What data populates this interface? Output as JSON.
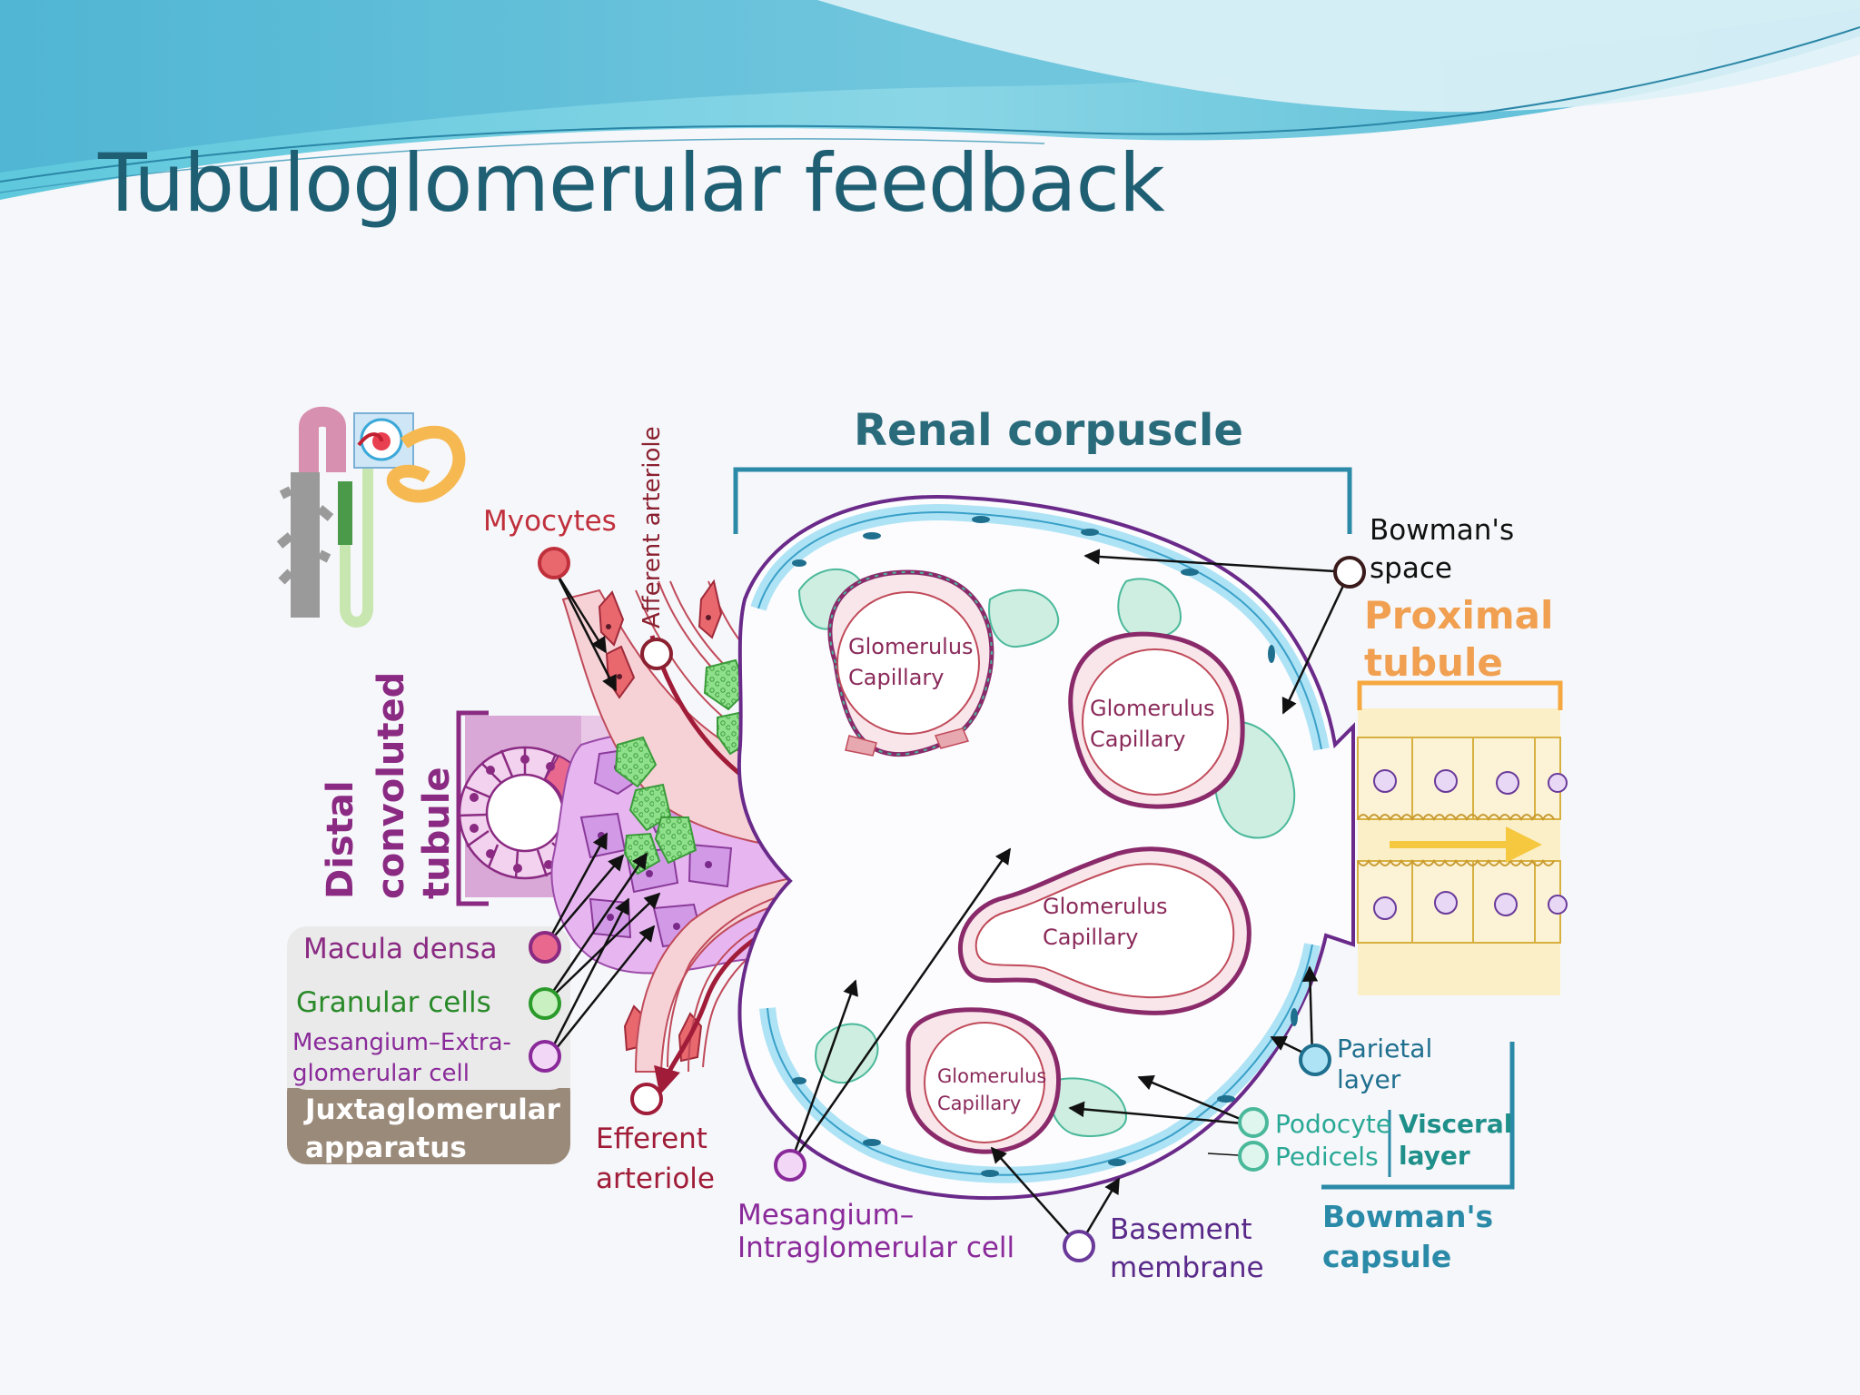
{
  "slide": {
    "title": "Tubuloglomerular feedback"
  },
  "diagram": {
    "heading": "Renal corpuscle",
    "capillary_label_line1": "Glomerulus",
    "capillary_label_line2": "Capillary",
    "labels": {
      "myocytes": "Myocytes",
      "afferent_arteriole": "Afferent arteriole",
      "bowmans_space_line1": "Bowman's",
      "bowmans_space_line2": "space",
      "proximal_tubule_line1": "Proximal",
      "proximal_tubule_line2": "tubule",
      "distal_tubule_line1": "Distal",
      "distal_tubule_line2": "convoluted",
      "distal_tubule_line3": "tubule",
      "macula_densa": "Macula densa",
      "granular_cells": "Granular cells",
      "extraglomerular_line1": "Mesangium–Extra-",
      "extraglomerular_line2": "glomerular cell",
      "juxtaglomerular_line1": "Juxtaglomerular",
      "juxtaglomerular_line2": "apparatus",
      "efferent_line1": "Efferent",
      "efferent_line2": "arteriole",
      "intraglomerular_line1": "Mesangium–",
      "intraglomerular_line2": "Intraglomerular cell",
      "basement_line1": "Basement",
      "basement_line2": "membrane",
      "parietal_line1": "Parietal",
      "parietal_line2": "layer",
      "podocyte": "Podocyte",
      "pedicels": "Pedicels",
      "visceral_line1": "Visceral",
      "visceral_line2": "layer",
      "bowmans_capsule_line1": "Bowman's",
      "bowmans_capsule_line2": "capsule"
    },
    "colors": {
      "title": "#1f5f73",
      "heading": "#2a6b7b",
      "myocytes": "#c0303c",
      "afferent": "#8a2030",
      "proximal": "#f0a050",
      "distal": "#8a2a82",
      "granular": "#2a8a2a",
      "mesangium": "#8a2a9a",
      "basement": "#5a2a8a",
      "parietal": "#1f6f8f",
      "visceral": "#1f8f8a",
      "capsule_blue": "#2a8aa8"
    }
  }
}
